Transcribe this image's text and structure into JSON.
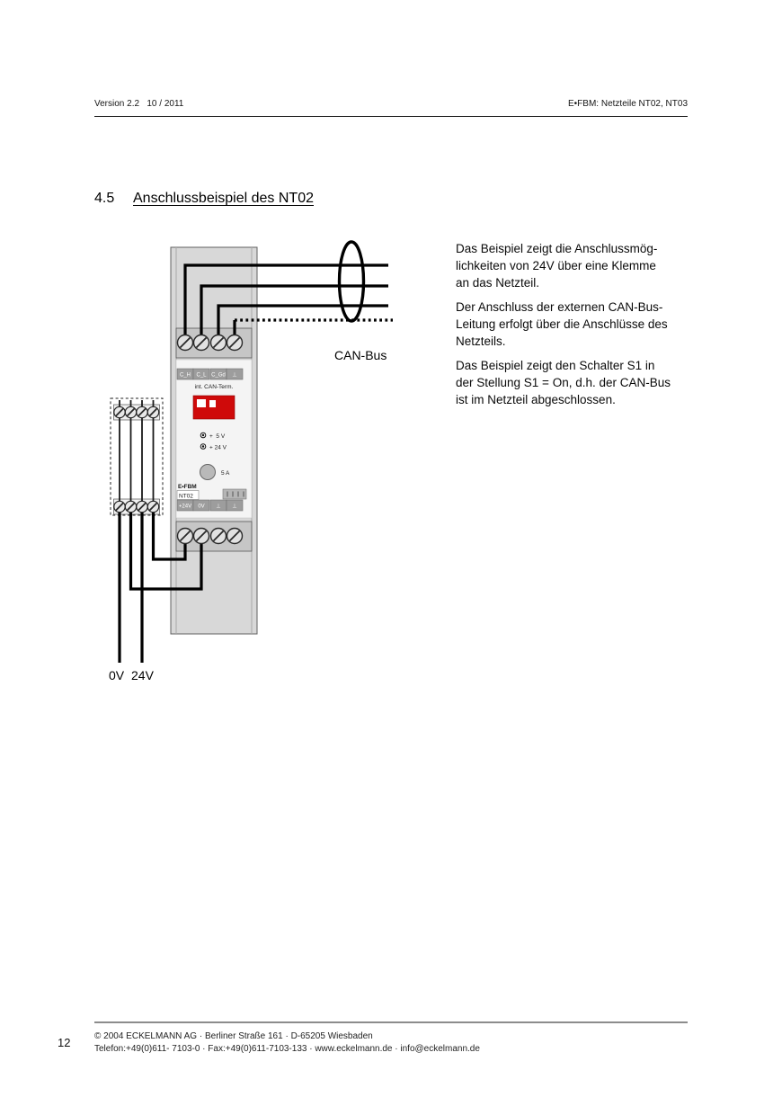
{
  "header": {
    "left": "Version 2.2   10 / 2011",
    "right": "E•FBM: Netzteile NT02, NT03"
  },
  "section": {
    "number": "4.5",
    "title": "Anschlussbeispiel des NT02"
  },
  "paragraphs": [
    "Das Beispiel zeigt die Anschlussmög-\nlichkeiten von 24V über eine Klemme\nan das Netzteil.",
    "Der Anschluss der externen CAN-Bus-\nLeitung erfolgt über die Anschlüsse des\nNetzteils.",
    "Das Beispiel zeigt den Schalter S1 in\nder Stellung S1 = On, d.h. der CAN-Bus\nist im Netzteil abgeschlossen."
  ],
  "diagram": {
    "cable_label": "CAN-Bus",
    "device": {
      "terminal_labels_top": [
        "C_H",
        "C_L",
        "C_Gd",
        "⊥"
      ],
      "int_can_term_label": "int. CAN-Term.",
      "led_5v_label": "+  5 V",
      "led_24v_label": "+ 24 V",
      "fuse_label": "5 A",
      "brand_label": "E•FBM",
      "model_label": "NT02",
      "terminal_labels_bottom": [
        "+24V",
        "0V",
        "⊥",
        "⊥"
      ]
    },
    "supply_label_0v": "0V",
    "supply_label_24v": "24V"
  },
  "footer": {
    "page_number": "12",
    "copyright": "©  2004 ECKELMANN AG · Berliner Straße 161 · D-65205 Wiesbaden",
    "contact": "Telefon:+49(0)611- 7103-0 · Fax:+49(0)611-7103-133 · www.eckelmann.de · info@eckelmann.de"
  }
}
